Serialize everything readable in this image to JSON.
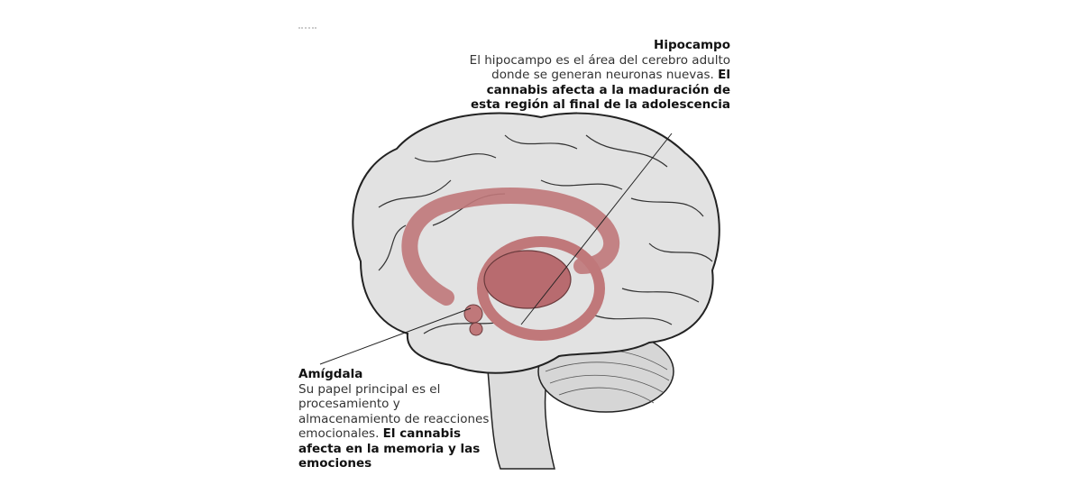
{
  "hippocampus": {
    "title": "Hipocampo",
    "text": "El hipocampo es el área del cerebro adulto donde se generan neuronas nuevas.",
    "emphasis": "El cannabis afecta a la maduración de esta región al final de la adolescencia"
  },
  "amygdala": {
    "title": "Amígdala",
    "text": "Su papel principal es el procesamiento y almacenamiento de reacciones emocionales.",
    "emphasis": "El cannabis afecta en la memoria y las emociones"
  },
  "colors": {
    "brain": "#e2e2e2",
    "limbic": "#c0787a",
    "outline": "#222222"
  }
}
